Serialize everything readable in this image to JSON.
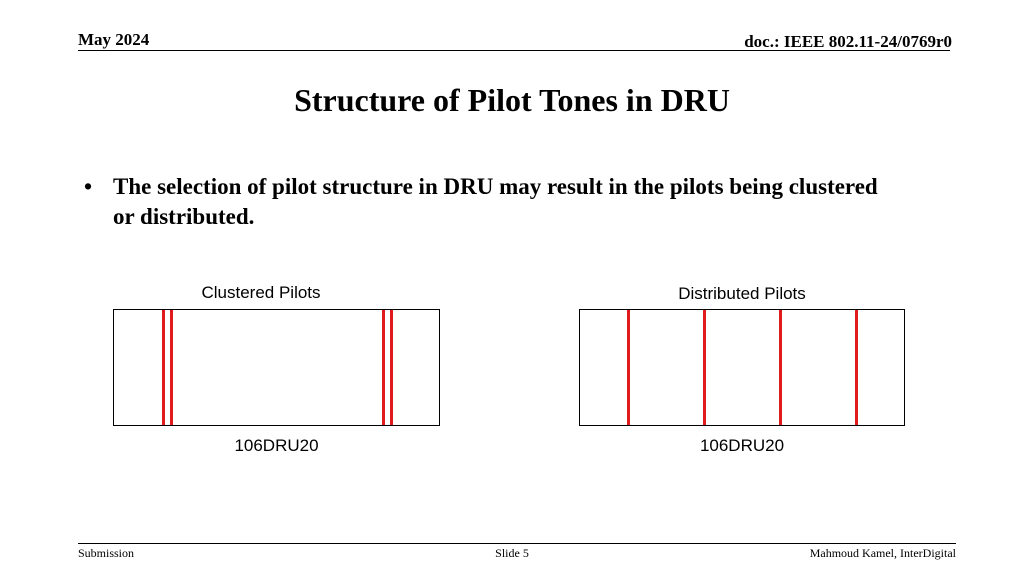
{
  "header": {
    "date": "May 2024",
    "doc": "doc.: IEEE 802.11-24/0769r0"
  },
  "title": "Structure of Pilot Tones in DRU",
  "bullets": [
    {
      "mark": "•",
      "text": "The selection of pilot structure in DRU may result in the pilots being clustered or distributed."
    }
  ],
  "diagrams": {
    "clustered": {
      "label": "Clustered Pilots",
      "caption": "106DRU20"
    },
    "distributed": {
      "label": "Distributed Pilots",
      "caption": "106DRU20"
    },
    "pilot_color": "#e01b1b"
  },
  "footer": {
    "left": "Submission",
    "center": "Slide 5",
    "right": "Mahmoud Kamel, InterDigital"
  }
}
